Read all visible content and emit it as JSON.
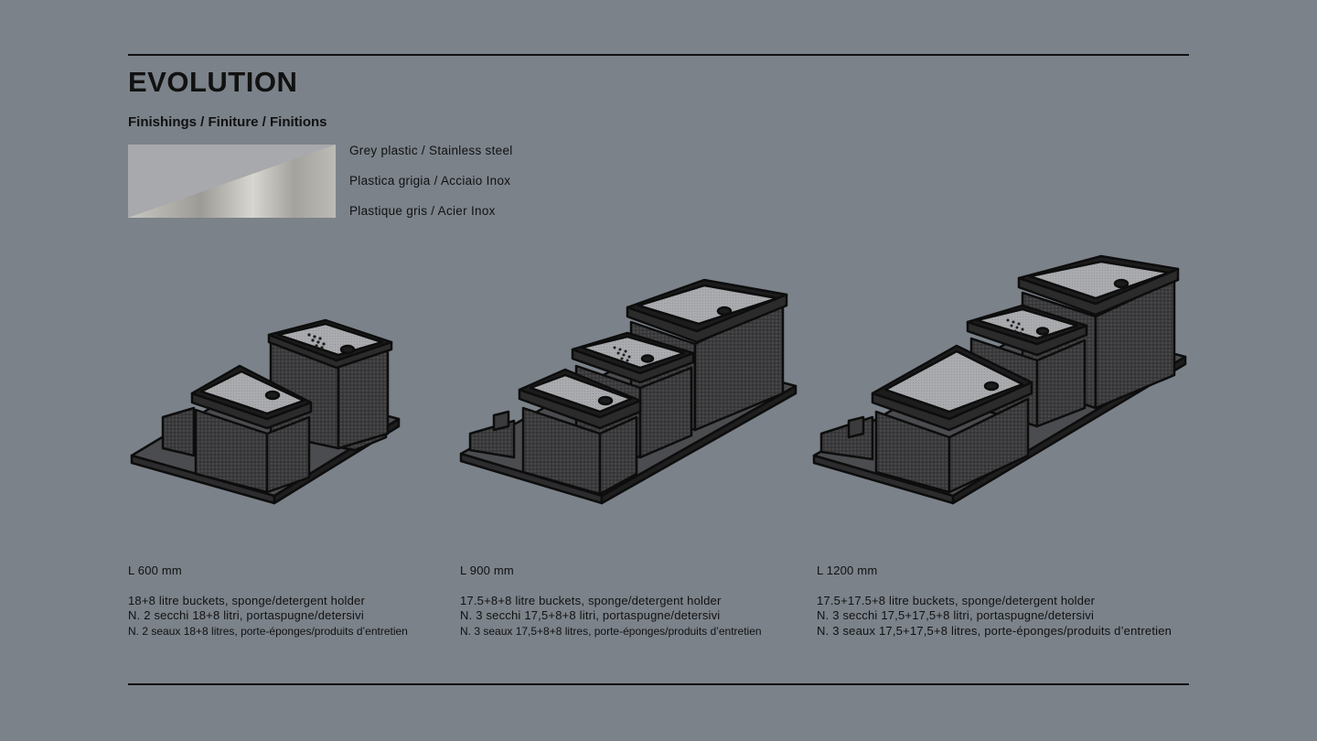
{
  "title": "EVOLUTION",
  "finishings": {
    "heading": "Finishings / Finiture / Finitions",
    "lines": [
      "Grey plastic / Stainless steel",
      "Plastica grigia / Acciaio Inox",
      "Plastique gris / Acier Inox"
    ]
  },
  "products": [
    {
      "length": "L 600 mm",
      "en": "18+8 litre buckets, sponge/detergent holder",
      "it": "N. 2 secchi 18+8 litri, portaspugne/detersivi",
      "fr": "N. 2 seaux 18+8 litres, porte-éponges/produits d’entretien"
    },
    {
      "length": "L 900 mm",
      "en": "17.5+8+8 litre buckets, sponge/detergent holder",
      "it": "N. 3 secchi 17,5+8+8 litri, portaspugne/detersivi",
      "fr": "N. 3 seaux  17,5+8+8 litres, porte-éponges/produits d’entretien"
    },
    {
      "length": "L 1200 mm",
      "en": "17.5+17.5+8 litre buckets, sponge/detergent holder",
      "it": "N. 3 secchi 17,5+17,5+8 litri, portaspugne/detersivi",
      "fr": "N. 3 seaux 17,5+17,5+8 litres, porte-éponges/produits d’entretien"
    }
  ],
  "colors": {
    "background": "#7b828a",
    "plastic": "#3a3a3c",
    "lid": "#a6a8ab",
    "outline": "#0d0d0d"
  },
  "icons": [
    "finish-swatch",
    "bucket-unit-600",
    "bucket-unit-900",
    "bucket-unit-1200"
  ]
}
